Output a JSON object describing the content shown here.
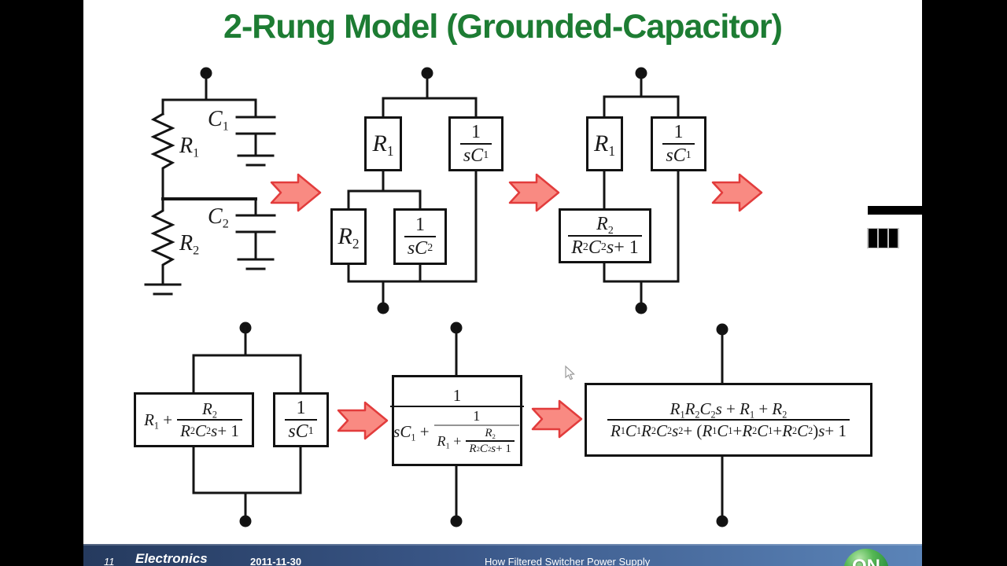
{
  "title": {
    "text": "2-Rung Model (Grounded-Capacitor)",
    "color": "#1d7c33"
  },
  "circuit": {
    "ladder": {
      "r1": "R~1~",
      "c1": "C~1~",
      "r2": "R~2~",
      "c2": "C~2~"
    },
    "step2": {
      "r1": "R~1~",
      "zc1_num": "1",
      "zc1_den": "sC~1~",
      "r2": "R~2~",
      "zc2_num": "1",
      "zc2_den": "sC~2~"
    },
    "step3": {
      "r1": "R~1~",
      "zc1_num": "1",
      "zc1_den": "sC~1~",
      "z2_num": "R~2~",
      "z2_den": "R~2~C~2~s + 1"
    },
    "step4": {
      "prefix": "R~1~ +",
      "num": "R~2~",
      "den": "R~2~C~2~s + 1",
      "zc1_num": "1",
      "zc1_den": "sC~1~"
    },
    "step5": {
      "num": "1",
      "den_prefix": "sC~1~ +",
      "inner_num": "1",
      "inner_den_prefix": "R~1~ +",
      "inner2_num": "R~2~",
      "inner2_den": "R~2~C~2~s + 1"
    },
    "step6": {
      "num": "R~1~R~2~C~2~s + R~1~ + R~2~",
      "den": "R~1~C~1~R~2~C~2~s^2^ + (R~1~C~1~ + R~2~C~1~ + R~2~C~2~)s + 1"
    }
  },
  "arrow": {
    "fill": "#f98a82",
    "stroke": "#e23c3c"
  },
  "footer": {
    "page": "11",
    "brand": "Electronics",
    "date": "2011-11-30",
    "doc_fragment": "How Filtered Switcher Power Supply",
    "logo_text": "ON",
    "bar_left_color": "#253a5e",
    "bar_right_color": "#5b84b8",
    "logo_green": "#2e9440"
  }
}
